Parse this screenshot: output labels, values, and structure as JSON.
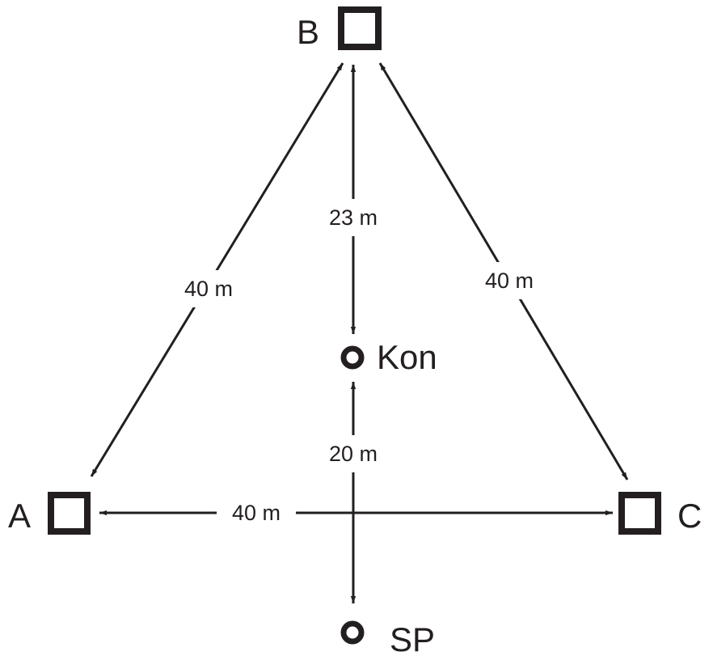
{
  "nodes": {
    "a": {
      "label": "A"
    },
    "b": {
      "label": "B"
    },
    "c": {
      "label": "C"
    },
    "kon": {
      "label": "Kon"
    },
    "sp": {
      "label": "SP"
    }
  },
  "distances": {
    "a_b": "40 m",
    "b_c": "40 m",
    "a_c": "40 m",
    "b_kon": "23 m",
    "kon_sp": "20 m"
  },
  "colors": {
    "ink": "#231f20",
    "background": "#ffffff"
  }
}
